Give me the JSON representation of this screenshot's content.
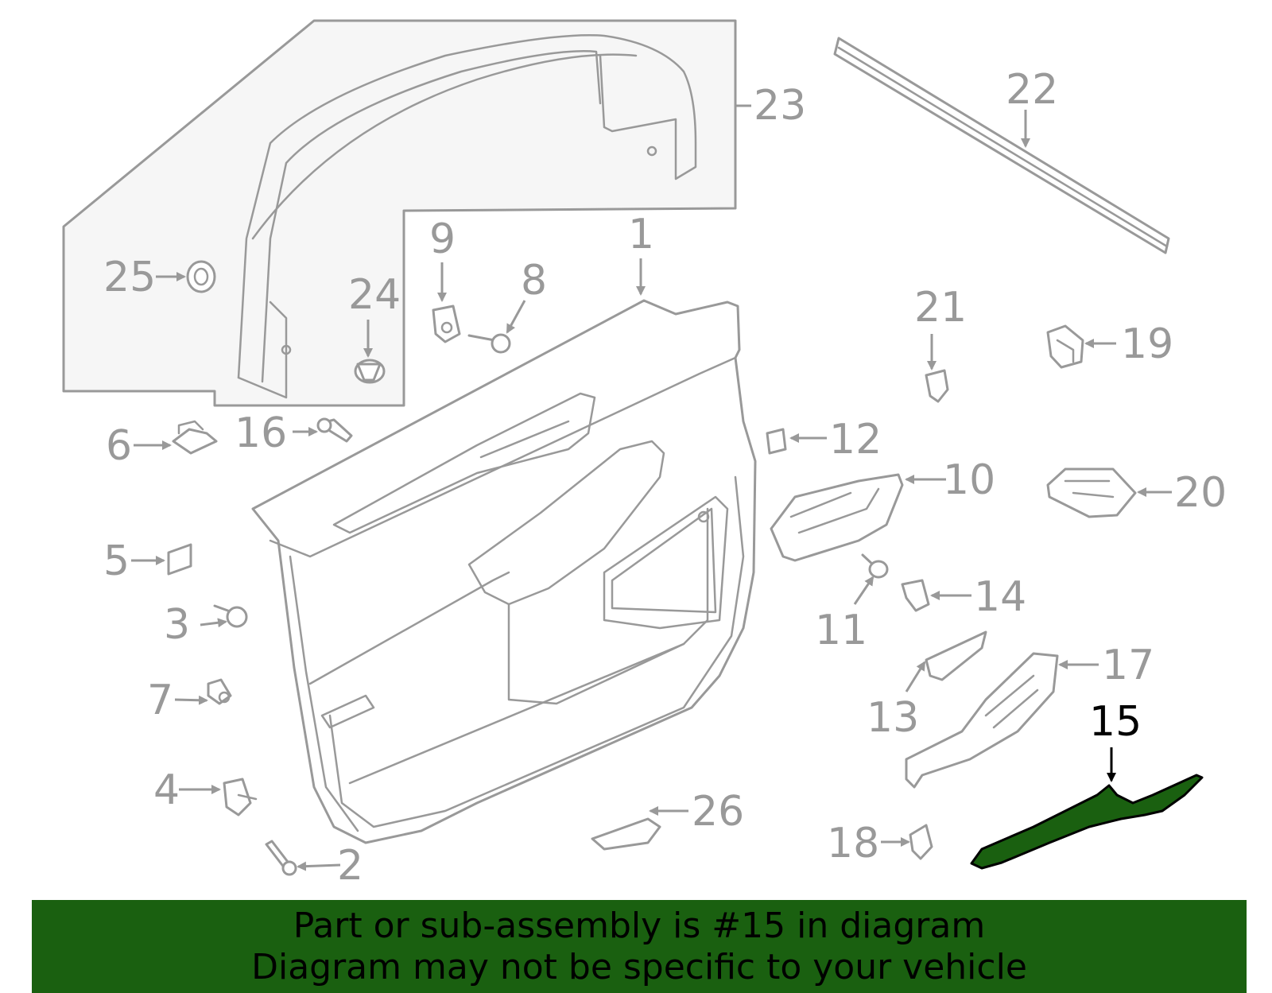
{
  "callouts": {
    "c1": "1",
    "c2": "2",
    "c3": "3",
    "c4": "4",
    "c5": "5",
    "c6": "6",
    "c7": "7",
    "c8": "8",
    "c9": "9",
    "c10": "10",
    "c11": "11",
    "c12": "12",
    "c13": "13",
    "c14": "14",
    "c15": "15",
    "c16": "16",
    "c17": "17",
    "c18": "18",
    "c19": "19",
    "c20": "20",
    "c21": "21",
    "c22": "22",
    "c23": "23",
    "c24": "24",
    "c25": "25",
    "c26": "26"
  },
  "highlight": {
    "part_number": "15",
    "color": "#1a6010"
  },
  "banner": {
    "line1": "Part or sub-assembly is #15 in diagram",
    "line2": "Diagram may not be specific to your vehicle",
    "background": "#1a6010"
  }
}
